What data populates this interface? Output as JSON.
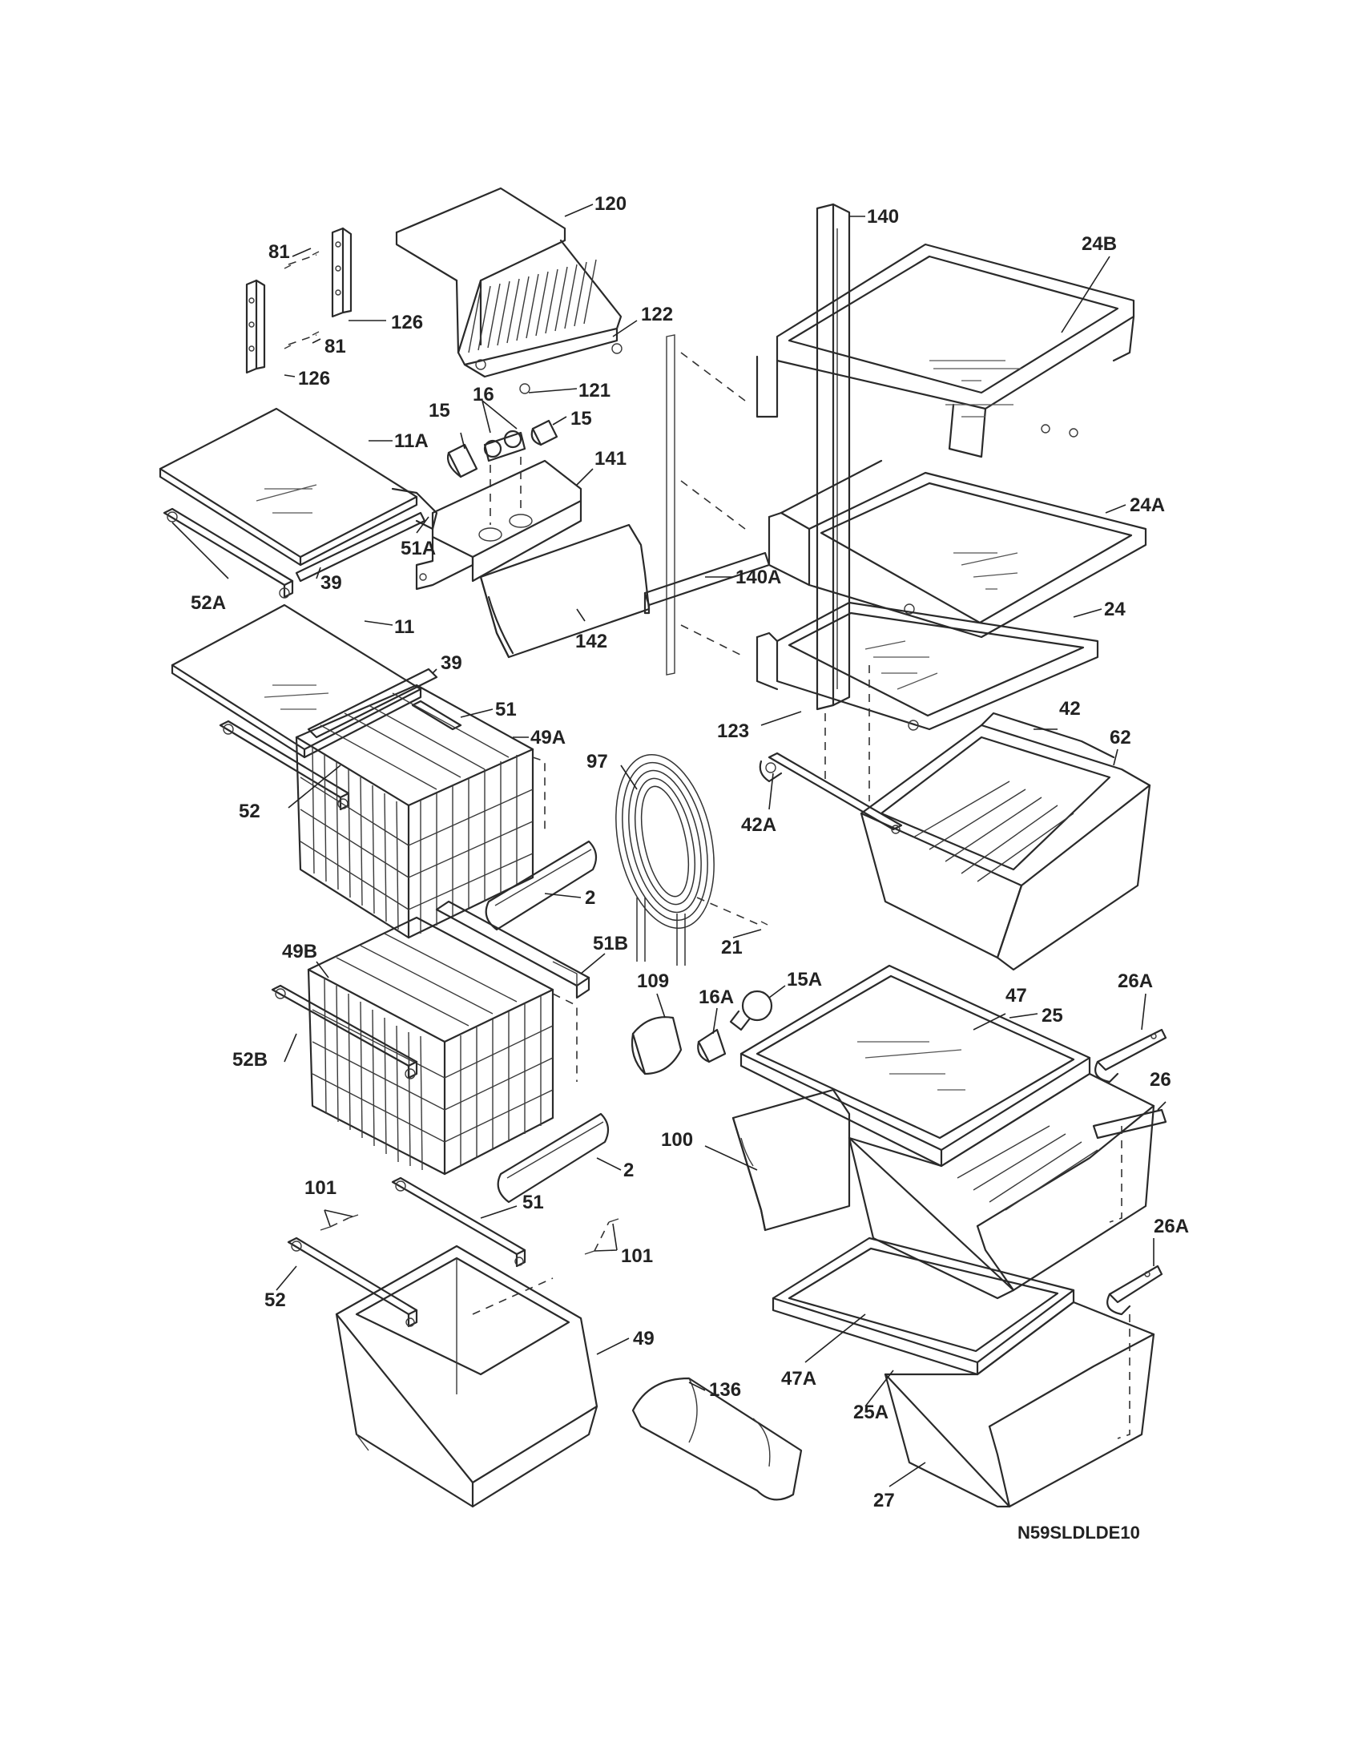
{
  "diagram_code": "N59SLDLDE10",
  "labels": {
    "l120": "120",
    "l140": "140",
    "l24B": "24B",
    "l81a": "81",
    "l126a": "126",
    "l81b": "81",
    "l126b": "126",
    "l122": "122",
    "l121": "121",
    "l15a": "15",
    "l16": "16",
    "l15b": "15",
    "l11A": "11A",
    "l141": "141",
    "l51A": "51A",
    "l24A": "24A",
    "l52A": "52A",
    "l39a": "39",
    "l140A": "140A",
    "l142": "142",
    "l24": "24",
    "l11": "11",
    "l39b": "39",
    "l51a": "51",
    "l49A": "49A",
    "l123": "123",
    "l42": "42",
    "l62": "62",
    "l97": "97",
    "l52a": "52",
    "l42A": "42A",
    "l2a": "2",
    "l21": "21",
    "l49B": "49B",
    "l51B": "51B",
    "l109": "109",
    "l16A": "16A",
    "l15A": "15A",
    "l47": "47",
    "l25": "25",
    "l26A": "26A",
    "l52B": "52B",
    "l26": "26",
    "l100": "100",
    "l2b": "2",
    "l101a": "101",
    "l51b": "51",
    "l26Ab": "26A",
    "l101b": "101",
    "l52b": "52",
    "l49": "49",
    "l136": "136",
    "l47A": "47A",
    "l25A": "25A",
    "l27": "27"
  }
}
